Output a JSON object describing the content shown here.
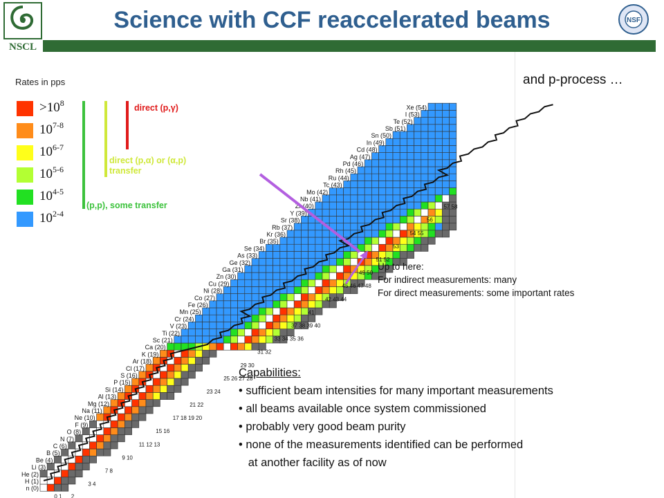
{
  "title": "Science with CCF reaccelerated beams",
  "logo_left_text": "NSCL",
  "logo_right_text": "NSF",
  "rates": {
    "title": "Rates in pps",
    "items": [
      {
        "base": ">10",
        "exp": "8",
        "color": "#ff3300"
      },
      {
        "base": "10",
        "exp": "7-8",
        "color": "#ff8c1a"
      },
      {
        "base": "10",
        "exp": "6-7",
        "color": "#ffff1a"
      },
      {
        "base": "10",
        "exp": "5-6",
        "color": "#b3ff33"
      },
      {
        "base": "10",
        "exp": "4-5",
        "color": "#22e022"
      },
      {
        "base": "10",
        "exp": "2-4",
        "color": "#3399ff"
      }
    ]
  },
  "ranges": {
    "direct_pg": "direct (p,γ)",
    "direct_pa_line1": "direct (p,α) or (α,p)",
    "direct_pa_line2": "transfer",
    "pp": "(p,p), some transfer",
    "colors": {
      "red": "#e01b1b",
      "yellowgreen": "#cfe83a",
      "green": "#3cc23c"
    }
  },
  "p_process": "and p-process …",
  "up_to_here": {
    "line1": "Up to here:",
    "line2": "For indirect measurements: many",
    "line3": "For direct measurements: some important rates"
  },
  "capabilities": {
    "title": "Capabilities:",
    "items": [
      "• sufficient beam intensities for many important measurements",
      "• all beams available once system commissioned",
      "• probably very good beam purity",
      "• none of the measurements identified can be performed",
      "   at another facility as of now"
    ]
  },
  "elements": [
    {
      "label": "n (0)",
      "z": 0
    },
    {
      "label": "H (1)",
      "z": 1
    },
    {
      "label": "He (2)",
      "z": 2
    },
    {
      "label": "Li (3)",
      "z": 3
    },
    {
      "label": "Be (4)",
      "z": 4
    },
    {
      "label": "B (5)",
      "z": 5
    },
    {
      "label": "C (6)",
      "z": 6
    },
    {
      "label": "N (7)",
      "z": 7
    },
    {
      "label": "O (8)",
      "z": 8
    },
    {
      "label": "F (9)",
      "z": 9
    },
    {
      "label": "Ne (10)",
      "z": 10
    },
    {
      "label": "Na (11)",
      "z": 11
    },
    {
      "label": "Mg (12)",
      "z": 12
    },
    {
      "label": "Al (13)",
      "z": 13
    },
    {
      "label": "Si (14)",
      "z": 14
    },
    {
      "label": "P (15)",
      "z": 15
    },
    {
      "label": "S (16)",
      "z": 16
    },
    {
      "label": "Cl (17)",
      "z": 17
    },
    {
      "label": "Ar (18)",
      "z": 18
    },
    {
      "label": "K (19)",
      "z": 19
    },
    {
      "label": "Ca (20)",
      "z": 20
    },
    {
      "label": "Sc (21)",
      "z": 21
    },
    {
      "label": "Ti (22)",
      "z": 22
    },
    {
      "label": "V (23)",
      "z": 23
    },
    {
      "label": "Cr (24)",
      "z": 24
    },
    {
      "label": "Mn (25)",
      "z": 25
    },
    {
      "label": "Fe (26)",
      "z": 26
    },
    {
      "label": "Co (27)",
      "z": 27
    },
    {
      "label": "Ni (28)",
      "z": 28
    },
    {
      "label": "Cu (29)",
      "z": 29
    },
    {
      "label": "Zn (30)",
      "z": 30
    },
    {
      "label": "Ga (31)",
      "z": 31
    },
    {
      "label": "Ge (32)",
      "z": 32
    },
    {
      "label": "As (33)",
      "z": 33
    },
    {
      "label": "Se (34)",
      "z": 34
    },
    {
      "label": "Br (35)",
      "z": 35
    },
    {
      "label": "Kr (36)",
      "z": 36
    },
    {
      "label": "Rb (37)",
      "z": 37
    },
    {
      "label": "Sr (38)",
      "z": 38
    },
    {
      "label": "Y (39)",
      "z": 39
    },
    {
      "label": "Zr (40)",
      "z": 40
    },
    {
      "label": "Nb (41)",
      "z": 41
    },
    {
      "label": "Mo (42)",
      "z": 42
    },
    {
      "label": "Tc (43)",
      "z": 43
    },
    {
      "label": "Ru (44)",
      "z": 44
    },
    {
      "label": "Rh (45)",
      "z": 45
    },
    {
      "label": "Pd (46)",
      "z": 46
    },
    {
      "label": "Ag (47)",
      "z": 47
    },
    {
      "label": "Cd (48)",
      "z": 48
    },
    {
      "label": "In (49)",
      "z": 49
    },
    {
      "label": "Sn (50)",
      "z": 50
    },
    {
      "label": "Sb (51)",
      "z": 51
    },
    {
      "label": "Te (52)",
      "z": 52
    },
    {
      "label": "I (53)",
      "z": 53
    },
    {
      "label": "Xe (54)",
      "z": 54
    }
  ],
  "neutron_numbers": [
    "0",
    "1",
    "2",
    "3",
    "4",
    "7",
    "8",
    "9",
    "10",
    "11",
    "12",
    "13",
    "15",
    "16",
    "17",
    "18",
    "19",
    "20",
    "21",
    "22",
    "23",
    "24",
    "25",
    "26",
    "27",
    "28",
    "29",
    "30",
    "31",
    "32",
    "33",
    "34",
    "35",
    "36",
    "37",
    "38",
    "39",
    "40",
    "41",
    "42",
    "43",
    "44",
    "45",
    "46",
    "47",
    "48",
    "49",
    "50",
    "51",
    "52",
    "53",
    "54",
    "55",
    "56",
    "57",
    "58"
  ],
  "neutron_label_groups": [
    "0 1",
    "2",
    "3 4",
    "7 8",
    "9 10",
    "11 12 13",
    "15 16",
    "17 18 19 20",
    "21 22",
    "23 24",
    "25 26 27 28",
    "29 30",
    "31 32",
    "33 34 35 36",
    "37 38 39 40",
    "41",
    "42 43 44",
    "45 46 47 48",
    "49 50",
    "51 52",
    "53",
    "54 55",
    "56",
    "57 58"
  ]
}
